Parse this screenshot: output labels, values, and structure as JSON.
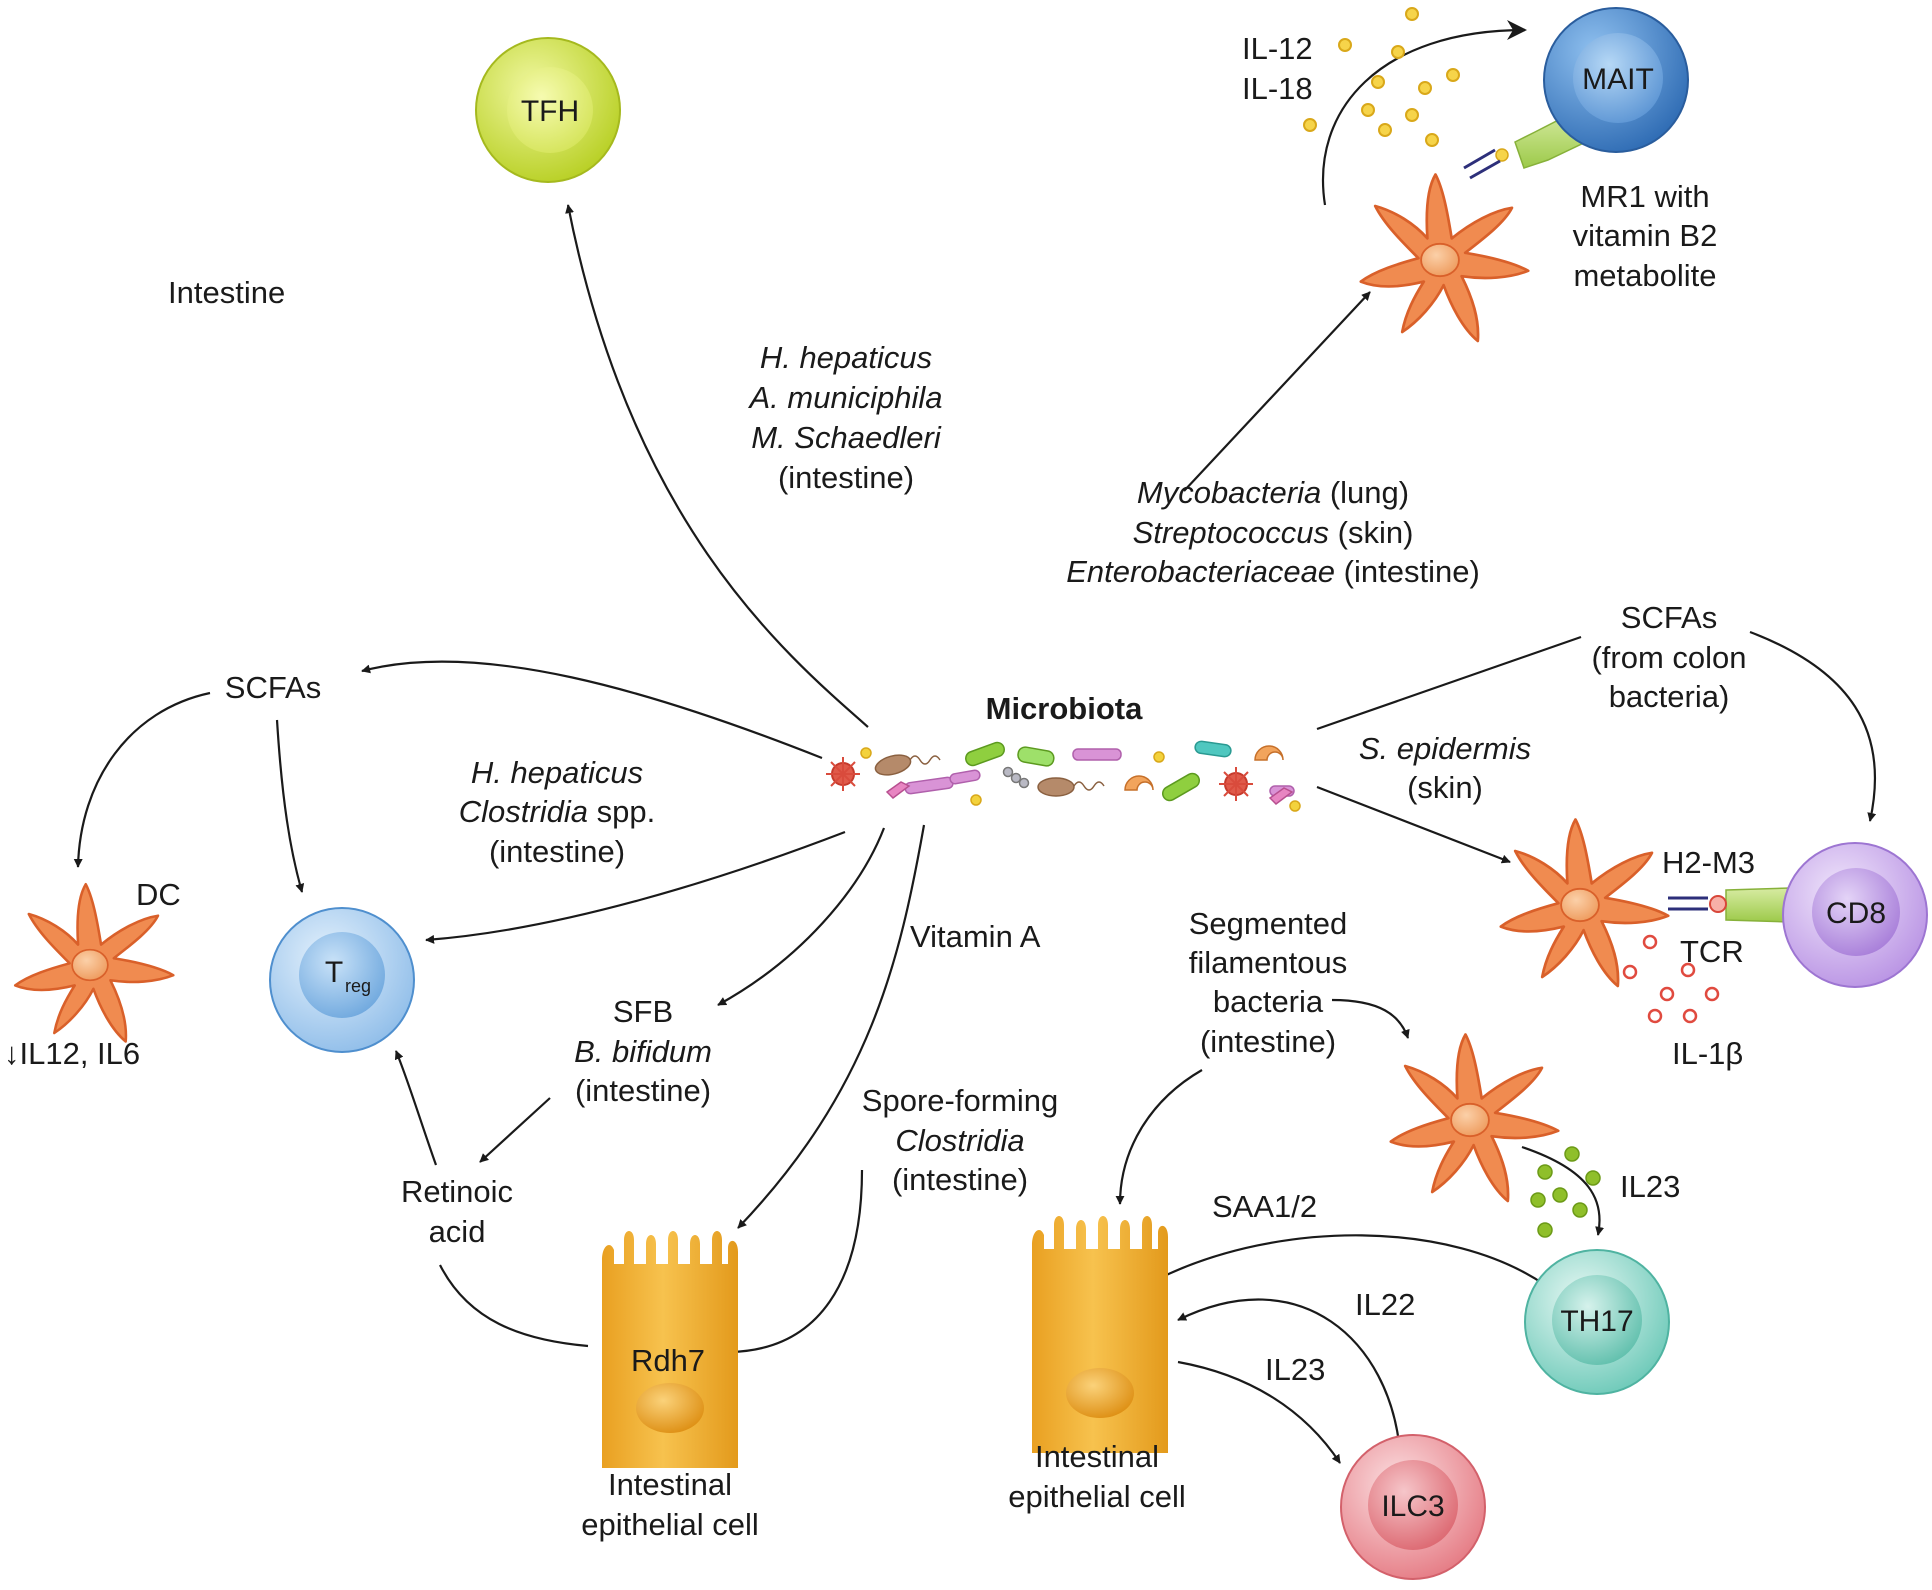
{
  "labels": {
    "intestine": "Intestine",
    "microbiota": "Microbiota",
    "tfh_bacteria": [
      "H. hepaticus",
      "A. municiphila",
      "M. Schaedleri"
    ],
    "tfh_site": "(intestine)",
    "mait_bacteria": [
      "Mycobacteria",
      "Streptococcus",
      "Enterobacteriaceae"
    ],
    "mait_sites": [
      " (lung)",
      " (skin)",
      " (intestine)"
    ],
    "il12": "IL-12",
    "il18": "IL-18",
    "mr1": [
      "MR1 with",
      "vitamin B2",
      "metabolite"
    ],
    "scfas_left": "SCFAs",
    "dc": "DC",
    "dc_effect": "↓IL12, IL6",
    "treg_bacteria": [
      "H. hepaticus",
      "Clostridia"
    ],
    "treg_spp": " spp.",
    "treg_site": "(intestine)",
    "sfb": "SFB",
    "b_bifidum": "B. bifidum",
    "sfb_site": "(intestine)",
    "vitamin_a": "Vitamin A",
    "retinoic": [
      "Retinoic",
      "acid"
    ],
    "spore": "Spore-forming",
    "spore_clostridia": "Clostridia",
    "spore_site": "(intestine)",
    "rdh7": "Rdh7",
    "iec_label": [
      "Intestinal",
      "epithelial cell"
    ],
    "sfb_full": [
      "Segmented",
      "filamentous",
      "bacteria",
      "(intestine)"
    ],
    "scfas_right": [
      "SCFAs",
      "(from colon",
      "bacteria)"
    ],
    "s_epidermis": "S. epidermis",
    "s_epidermis_site": "(skin)",
    "h2m3": "H2-M3",
    "tcr": "TCR",
    "il1b": "IL-1β",
    "il23_dc": "IL23",
    "saa": "SAA1/2",
    "il22": "IL22",
    "il23_ilc": "IL23"
  },
  "cells": {
    "tfh": "TFH",
    "mait": "MAIT",
    "treg": "T",
    "treg_sub": "reg",
    "cd8": "CD8",
    "th17": "TH17",
    "ilc3": "ILC3"
  },
  "colors": {
    "dc_orange": "#f08b50",
    "tfh_green": "#c9dc3c",
    "mait_blue": "#3f7cc0",
    "treg_blue": "#a9cdee",
    "cd8_purple": "#c2a3e6",
    "th17_teal": "#7fd3c4",
    "ilc3_pink": "#ee8f96",
    "iec_gold": "#f2b02e",
    "cytokine_yellow": "#f6d44a",
    "cytokine_red": "#e04a3f",
    "cytokine_green": "#8fbf2a"
  }
}
